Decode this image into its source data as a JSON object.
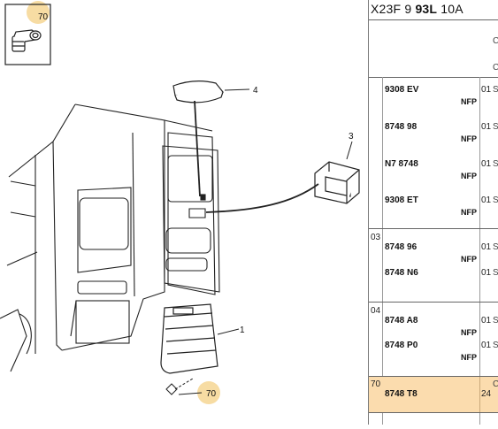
{
  "diagram": {
    "callouts": [
      "70",
      "4",
      "3",
      "1",
      "70"
    ]
  },
  "panel": {
    "header": {
      "prefix": "X23F 9 ",
      "bold": "93L",
      "suffix": " 10A"
    },
    "col_marker_1": "C",
    "col_marker_2": "C",
    "groups": [
      {
        "ref": "",
        "items": [
          {
            "pn": "9308 EV",
            "nfp": "NFP",
            "qty": "01",
            "tail": "S"
          },
          {
            "pn": "8748 98",
            "nfp": "NFP",
            "qty": "01",
            "tail": "S"
          },
          {
            "pn": "N7 8748",
            "nfp": "NFP",
            "qty": "01",
            "tail": "S"
          },
          {
            "pn": "9308 ET",
            "nfp": "NFP",
            "qty": "01",
            "tail": "S"
          }
        ]
      },
      {
        "ref": "03",
        "items": [
          {
            "pn": "8748 96",
            "nfp": "NFP",
            "qty": "01",
            "tail": "S"
          },
          {
            "pn": "8748 N6",
            "nfp": "",
            "qty": "01",
            "tail": "S"
          }
        ]
      },
      {
        "ref": "04",
        "items": [
          {
            "pn": "8748 A8",
            "nfp": "NFP",
            "qty": "01",
            "tail": "S"
          },
          {
            "pn": "8748 P0",
            "nfp": "NFP",
            "qty": "01",
            "tail": "S"
          }
        ]
      },
      {
        "ref": "70",
        "items": [
          {
            "pn": "8748 T8",
            "nfp": "",
            "qty": "24",
            "tail": "C"
          }
        ]
      }
    ]
  },
  "colors": {
    "highlight": "#fbdcae",
    "callout_circle": "#f7dca3"
  }
}
